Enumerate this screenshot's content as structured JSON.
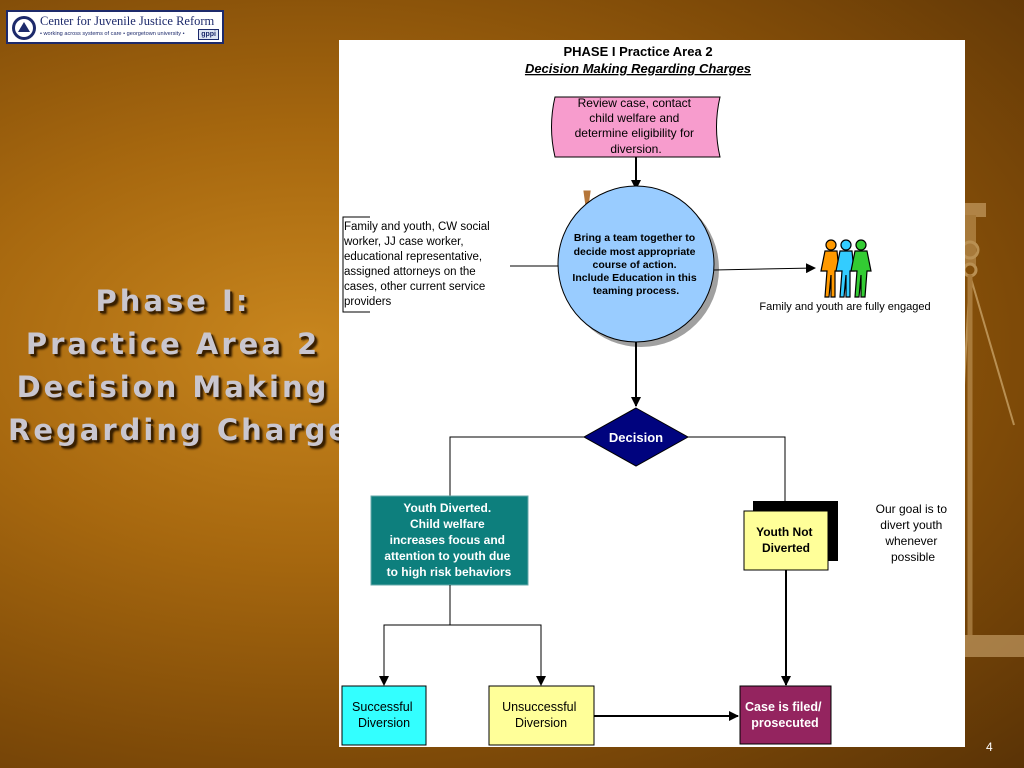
{
  "logo": {
    "title": "Center for Juvenile Justice Reform",
    "subtitle": "• working across systems of care • georgetown university •",
    "mark": "gppi"
  },
  "slide": {
    "title_lines": [
      "Phase I:",
      "Practice Area 2",
      "Decision Making",
      "Regarding Charges"
    ],
    "page_number": "4"
  },
  "diagram": {
    "heading": "PHASE I Practice Area 2",
    "subheading": "Decision Making Regarding Charges",
    "review_box_lines": [
      "Review case, contact",
      "child welfare and",
      "determine eligibility for",
      "diversion."
    ],
    "team_circle_lines": [
      "Bring a team together to",
      "decide most appropriate",
      "course of action.",
      "Include Education in this",
      "teaming process."
    ],
    "participants_lines": [
      "Family and youth, CW social",
      "worker,  JJ case worker,",
      "educational representative,",
      "assigned attorneys on the",
      "cases, other current service",
      "providers"
    ],
    "engaged_label": "Family and youth are fully engaged",
    "decision_label": "Decision",
    "diverted_lines": [
      "Youth Diverted.",
      "Child welfare",
      "increases focus and",
      "attention to youth due",
      "to high risk behaviors"
    ],
    "not_diverted_lines": [
      "Youth Not",
      "Diverted"
    ],
    "goal_lines": [
      "Our goal is to",
      "divert youth",
      "whenever",
      "possible"
    ],
    "successful_lines": [
      "Successful",
      "Diversion"
    ],
    "unsuccessful_lines": [
      "Unsuccessful",
      "Diversion"
    ],
    "filed_lines": [
      "Case is filed/",
      "prosecuted"
    ],
    "colors": {
      "review": "#f79ccd",
      "circle": "#99ccff",
      "decision": "#00037e",
      "diverted": "#0d7f7d",
      "not_diverted": "#ffff99",
      "successful": "#33ffff",
      "unsuccessful": "#ffff99",
      "filed": "#94245f",
      "alert": "#b5763a",
      "person_left": "#ff9900",
      "person_middle": "#33ccff",
      "person_right": "#33cc33"
    },
    "icons": [
      "exclamation-icon",
      "people-group-icon"
    ]
  }
}
